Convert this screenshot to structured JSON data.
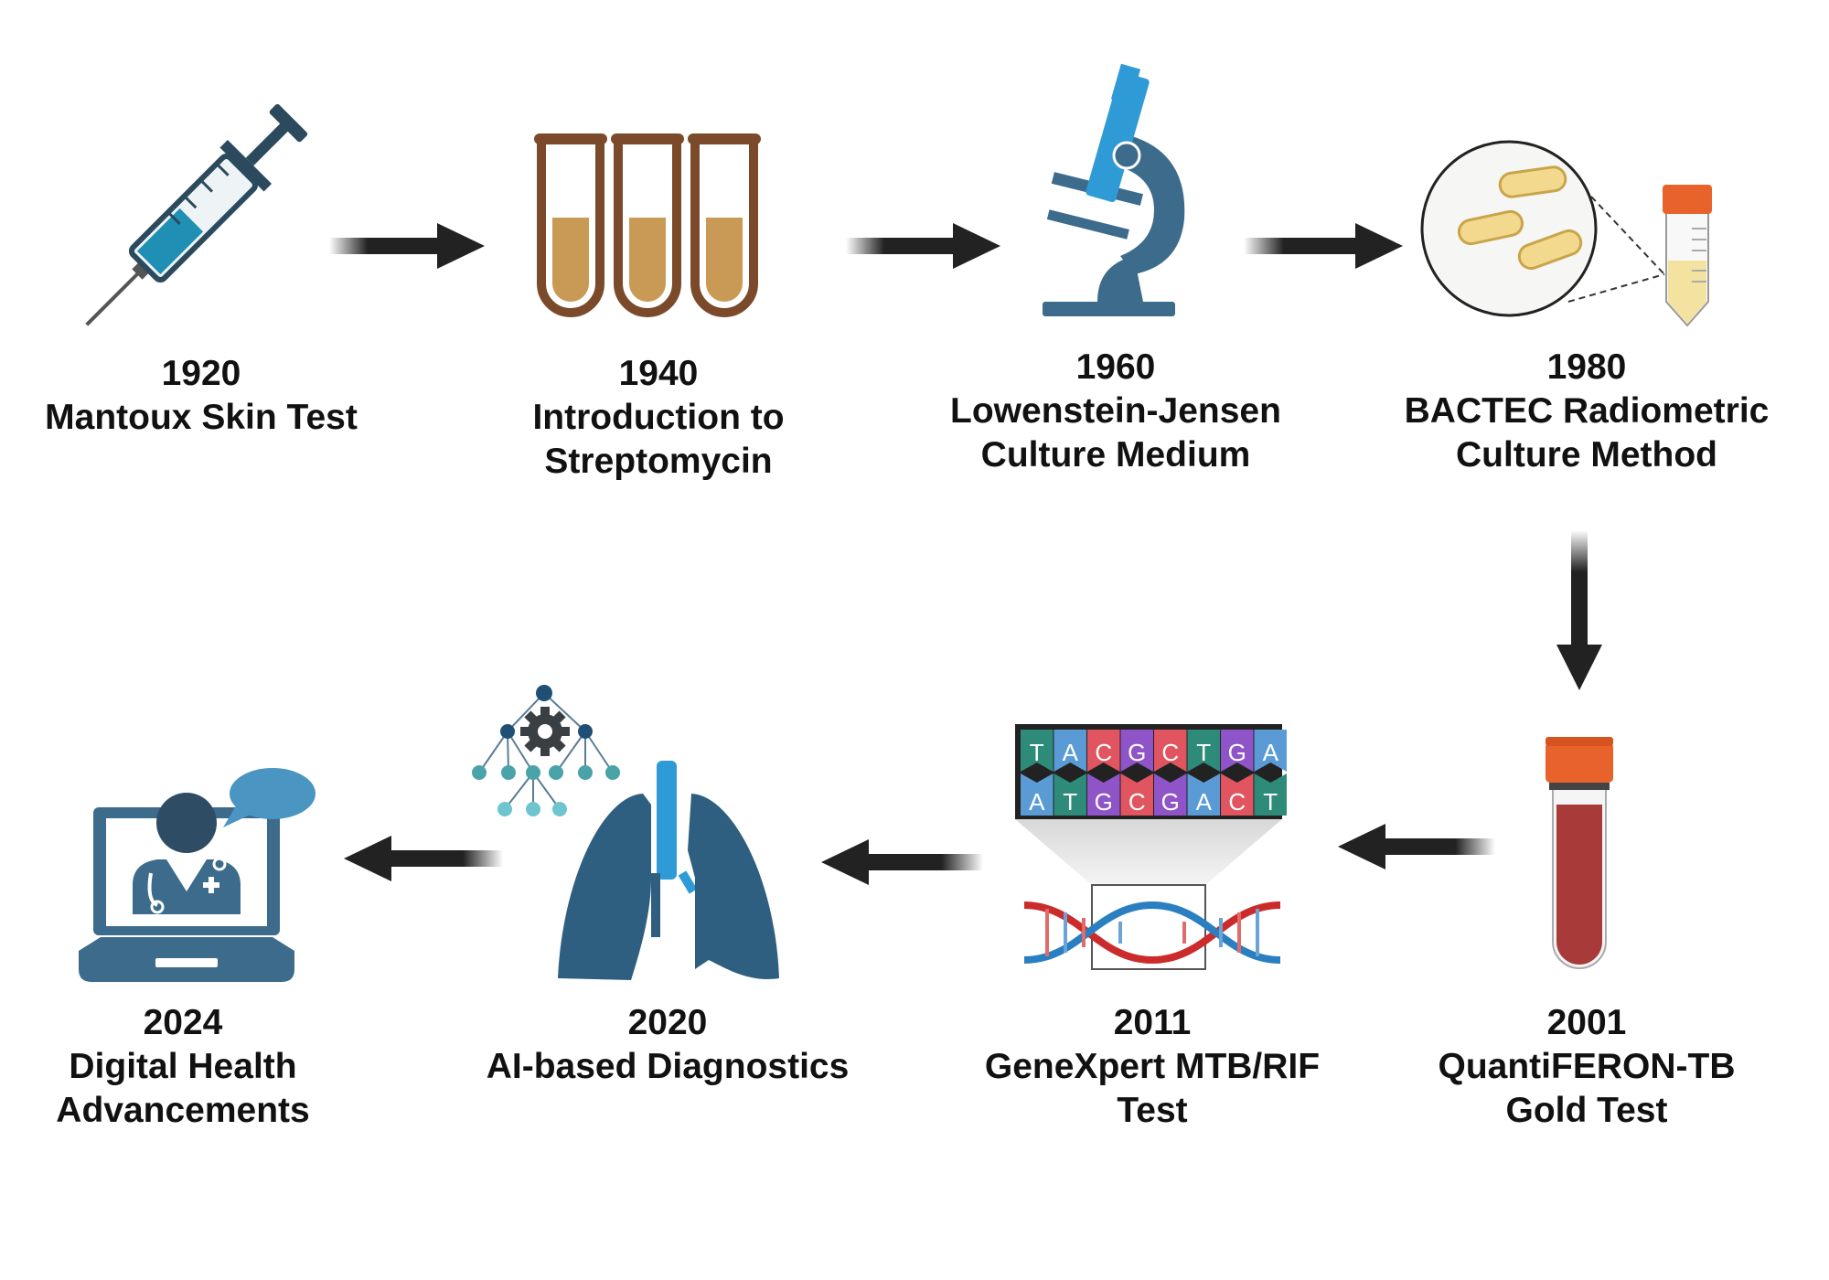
{
  "milestones": [
    {
      "year": "1920",
      "lines": [
        "Mantoux Skin Test"
      ]
    },
    {
      "year": "1940",
      "lines": [
        "Introduction to",
        "Streptomycin"
      ]
    },
    {
      "year": "1960",
      "lines": [
        "Lowenstein-Jensen",
        "Culture Medium"
      ]
    },
    {
      "year": "1980",
      "lines": [
        "BACTEC Radiometric",
        "Culture Method"
      ]
    },
    {
      "year": "2001",
      "lines": [
        "QuantiFERON-TB",
        "Gold Test"
      ]
    },
    {
      "year": "2011",
      "lines": [
        "GeneXpert MTB/RIF",
        "Test"
      ]
    },
    {
      "year": "2020",
      "lines": [
        "AI-based Diagnostics"
      ]
    },
    {
      "year": "2024",
      "lines": [
        "Digital Health",
        "Advancements"
      ]
    }
  ],
  "dna": {
    "top": [
      "T",
      "A",
      "C",
      "G",
      "C",
      "T",
      "G",
      "A"
    ],
    "bottom": [
      "A",
      "T",
      "G",
      "C",
      "G",
      "A",
      "C",
      "T"
    ]
  },
  "icons": [
    "syringe-icon",
    "test-tubes-icon",
    "microscope-icon",
    "bacteria-culture-icon",
    "blood-tube-icon",
    "dna-sequencing-icon",
    "lungs-ai-icon",
    "telehealth-laptop-icon"
  ],
  "colors": {
    "arrow": "#222222",
    "steel": "#3d6b8c",
    "blue": "#2f9bd6",
    "blood": "#a83a3a",
    "cap": "#e8632b",
    "tube": "#b9833f"
  }
}
